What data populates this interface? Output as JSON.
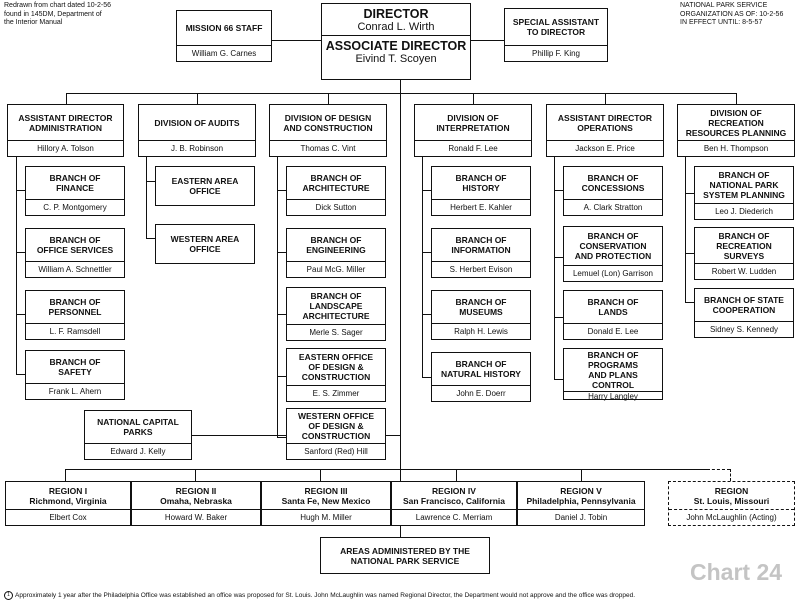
{
  "header_left": [
    "Redrawn from chart dated 10-2-56",
    "found in 145DM, Department of",
    "the Interior Manual"
  ],
  "header_right": [
    "NATIONAL PARK SERVICE",
    "ORGANIZATION AS OF:  10-2-56",
    "IN EFFECT UNTIL:  8-5-57"
  ],
  "director": {
    "title": "DIRECTOR",
    "name": "Conrad L. Wirth",
    "assoc_title": "ASSOCIATE DIRECTOR",
    "assoc_name": "Eivind T. Scoyen"
  },
  "staff": [
    {
      "title": "MISSION 66 STAFF",
      "name": "William G. Carnes"
    },
    {
      "title": "SPECIAL ASSISTANT\nTO DIRECTOR",
      "name": "Phillip F. King"
    }
  ],
  "divisions": [
    {
      "title": "ASSISTANT DIRECTOR\nADMINISTRATION",
      "name": "Hillory A. Tolson",
      "branches": [
        {
          "title": "BRANCH OF\nFINANCE",
          "name": "C. P. Montgomery"
        },
        {
          "title": "BRANCH OF\nOFFICE SERVICES",
          "name": "William A. Schnettler"
        },
        {
          "title": "BRANCH OF\nPERSONNEL",
          "name": "L. F. Ramsdell"
        },
        {
          "title": "BRANCH OF\nSAFETY",
          "name": "Frank L. Ahern"
        }
      ]
    },
    {
      "title": "DIVISION OF AUDITS",
      "name": "J. B. Robinson",
      "branches": [
        {
          "title": "EASTERN AREA\nOFFICE",
          "name": ""
        },
        {
          "title": "WESTERN AREA\nOFFICE",
          "name": ""
        }
      ]
    },
    {
      "title": "DIVISION OF DESIGN\nAND CONSTRUCTION",
      "name": "Thomas C. Vint",
      "branches": [
        {
          "title": "BRANCH OF\nARCHITECTURE",
          "name": "Dick Sutton"
        },
        {
          "title": "BRANCH OF\nENGINEERING",
          "name": "Paul McG. Miller"
        },
        {
          "title": "BRANCH OF\nLANDSCAPE\nARCHITECTURE",
          "name": "Merle S. Sager"
        },
        {
          "title": "EASTERN OFFICE\nOF DESIGN &\nCONSTRUCTION",
          "name": "E. S. Zimmer"
        },
        {
          "title": "WESTERN OFFICE\nOF DESIGN &\nCONSTRUCTION",
          "name": "Sanford (Red) Hill"
        }
      ]
    },
    {
      "title": "DIVISION OF\nINTERPRETATION",
      "name": "Ronald F. Lee",
      "branches": [
        {
          "title": "BRANCH OF\nHISTORY",
          "name": "Herbert E. Kahler"
        },
        {
          "title": "BRANCH OF\nINFORMATION",
          "name": "S. Herbert Evison"
        },
        {
          "title": "BRANCH OF\nMUSEUMS",
          "name": "Ralph H. Lewis"
        },
        {
          "title": "BRANCH OF\nNATURAL HISTORY",
          "name": "John E. Doerr"
        }
      ]
    },
    {
      "title": "ASSISTANT DIRECTOR\nOPERATIONS",
      "name": "Jackson E. Price",
      "branches": [
        {
          "title": "BRANCH OF\nCONCESSIONS",
          "name": "A. Clark Stratton"
        },
        {
          "title": "BRANCH OF\nCONSERVATION\nAND PROTECTION",
          "name": "Lemuel (Lon) Garrison"
        },
        {
          "title": "BRANCH OF\nLANDS",
          "name": "Donald E. Lee"
        },
        {
          "title": "BRANCH OF\nPROGRAMS\nAND PLANS\nCONTROL",
          "name": "Harry Langley"
        }
      ]
    },
    {
      "title": "DIVISION OF\nRECREATION\nRESOURCES PLANNING",
      "name": "Ben H. Thompson",
      "branches": [
        {
          "title": "BRANCH OF\nNATIONAL PARK\nSYSTEM PLANNING",
          "name": "Leo J. Diederich"
        },
        {
          "title": "BRANCH OF\nRECREATION\nSURVEYS",
          "name": "Robert W. Ludden"
        },
        {
          "title": "BRANCH OF STATE\nCOOPERATION",
          "name": "Sidney S. Kennedy"
        }
      ]
    }
  ],
  "capital": {
    "title": "NATIONAL CAPITAL\nPARKS",
    "name": "Edward J. Kelly"
  },
  "regions": [
    {
      "title": "REGION I\nRichmond, Virginia",
      "name": "Elbert Cox"
    },
    {
      "title": "REGION II\nOmaha, Nebraska",
      "name": "Howard W. Baker"
    },
    {
      "title": "REGION III\nSanta Fe, New Mexico",
      "name": "Hugh M. Miller"
    },
    {
      "title": "REGION IV\nSan Francisco, California",
      "name": "Lawrence C. Merriam"
    },
    {
      "title": "REGION V\nPhiladelphia, Pennsylvania",
      "name": "Daniel J. Tobin"
    },
    {
      "title": "REGION\nSt. Louis, Missouri",
      "name": "John McLaughlin (Acting)"
    }
  ],
  "areas": {
    "title": "AREAS ADMINISTERED BY THE\nNATIONAL PARK SERVICE"
  },
  "footnote": {
    "mark": "1",
    "text": "Approximately 1 year after the Philadelphia Office was established an office was proposed for St. Louis. John McLaughlin was named Regional Director, the Department would not approve and the office was dropped."
  },
  "chart_label": "Chart 24"
}
